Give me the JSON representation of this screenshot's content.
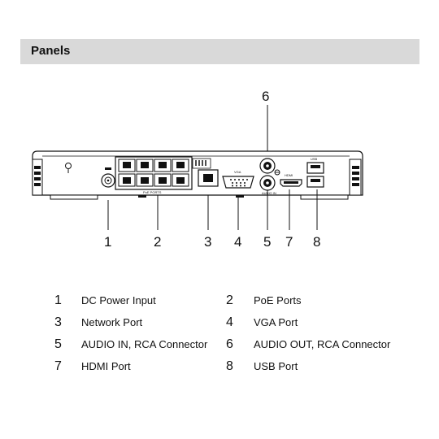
{
  "section": {
    "title": "Panels"
  },
  "callouts": [
    "1",
    "2",
    "3",
    "4",
    "5",
    "6",
    "7",
    "8"
  ],
  "device": {
    "poe_label": "PoE PORTS",
    "vga_label": "VGA",
    "hdmi_label": "HDMI",
    "audio_in_label": "AUDIO IN",
    "usb_label": "USB"
  },
  "legend": [
    {
      "num": "1",
      "label": "DC Power Input"
    },
    {
      "num": "2",
      "label": "PoE Ports"
    },
    {
      "num": "3",
      "label": "Network Port"
    },
    {
      "num": "4",
      "label": "VGA Port"
    },
    {
      "num": "5",
      "label": "AUDIO IN, RCA Connector"
    },
    {
      "num": "6",
      "label": "AUDIO OUT, RCA Connector"
    },
    {
      "num": "7",
      "label": "HDMI Port"
    },
    {
      "num": "8",
      "label": "USB Port"
    }
  ]
}
